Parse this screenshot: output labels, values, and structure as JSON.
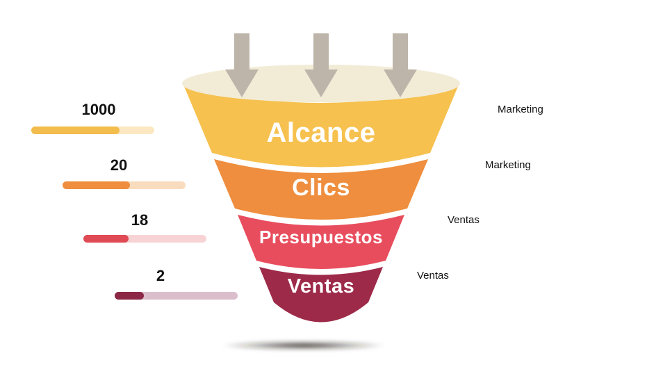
{
  "funnel": {
    "top_ellipse_color": "#F2ECD7",
    "arrow_color": "#BDB5AA",
    "stages": [
      {
        "label": "Alcance",
        "value": "1000",
        "department": "Marketing",
        "color": "#F6C14F",
        "bar_fill_color": "#F2BD4D",
        "bar_track_color": "#FBE8C3",
        "bar_fill_pct": "72%"
      },
      {
        "label": "Clics",
        "value": "20",
        "department": "Marketing",
        "color": "#EE8E3E",
        "bar_fill_color": "#EE8E3E",
        "bar_track_color": "#F9DCBD",
        "bar_fill_pct": "55%"
      },
      {
        "label": "Presupuestos",
        "value": "18",
        "department": "Ventas",
        "color": "#E84D5D",
        "bar_fill_color": "#DF4A54",
        "bar_track_color": "#F8D3D6",
        "bar_fill_pct": "37%"
      },
      {
        "label": "Ventas",
        "value": "2",
        "department": "Ventas",
        "color": "#9D2A49",
        "bar_fill_color": "#8C2845",
        "bar_track_color": "#DBBECC",
        "bar_fill_pct": "24%"
      }
    ]
  },
  "chart_data": {
    "type": "funnel",
    "title": "",
    "categories": [
      "Alcance",
      "Clics",
      "Presupuestos",
      "Ventas"
    ],
    "values": [
      1000,
      20,
      18,
      2
    ],
    "department_labels": [
      "Marketing",
      "Marketing",
      "Ventas",
      "Ventas"
    ],
    "bar_fill_pct": [
      72,
      55,
      37,
      24
    ],
    "legend_position": "right",
    "grid": false
  }
}
